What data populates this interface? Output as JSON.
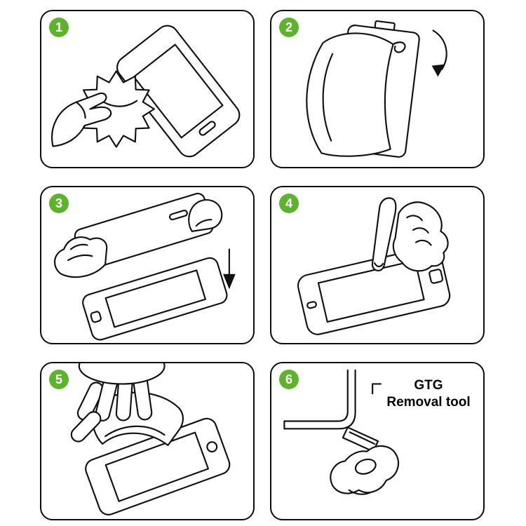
{
  "colors": {
    "step_badge_green": "#5eb32c",
    "line_art": "#111111",
    "panel_border": "#0d0d0d"
  },
  "steps": [
    {
      "number": "1",
      "illustration": "wipe-screen-with-cloth-icon"
    },
    {
      "number": "2",
      "illustration": "peel-film-from-protector-icon"
    },
    {
      "number": "3",
      "illustration": "align-protector-over-phone-icon"
    },
    {
      "number": "4",
      "illustration": "press-screen-center-icon"
    },
    {
      "number": "5",
      "illustration": "smooth-film-with-card-icon"
    },
    {
      "number": "6",
      "illustration": "corner-removal-tool-icon",
      "label": {
        "line1": "GTG",
        "line2": "Removal tool"
      }
    }
  ]
}
